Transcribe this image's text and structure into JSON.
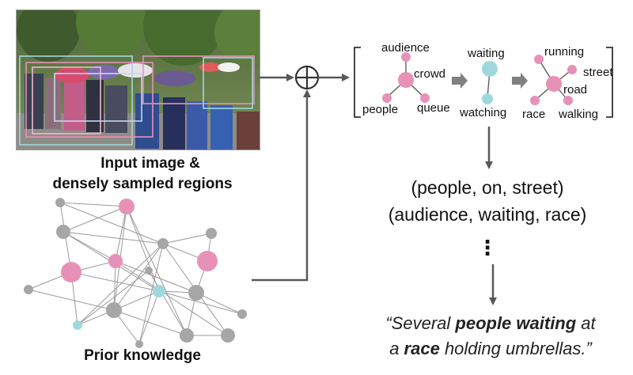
{
  "input_caption": {
    "line1": "Input image &",
    "line2": "densely sampled regions"
  },
  "prior_caption": "Prior knowledge",
  "scene_graphs": [
    {
      "center": "crowd",
      "neighbors": [
        "audience",
        "people",
        "queue"
      ]
    },
    {
      "center": "waiting",
      "neighbors": [
        "watching"
      ]
    },
    {
      "center": "road",
      "neighbors": [
        "running",
        "street",
        "race",
        "walking"
      ]
    }
  ],
  "triples": [
    "(people, on, street)",
    "(audience, waiting, race)"
  ],
  "ellipsis": "⋮",
  "sentence": {
    "open": "“Several ",
    "b1": "people waiting",
    "mid": " at",
    "line2_pre": "a ",
    "b2": "race",
    "close": " holding umbrellas.”"
  },
  "colors": {
    "pink": "#e891b8",
    "gray": "#a6a6a6",
    "cyan": "#9fd8dc",
    "edge": "#7f7f7f",
    "arrow": "#595959"
  },
  "icons": {
    "fusion": "circle-plus-icon",
    "flow": "arrow-icon"
  }
}
